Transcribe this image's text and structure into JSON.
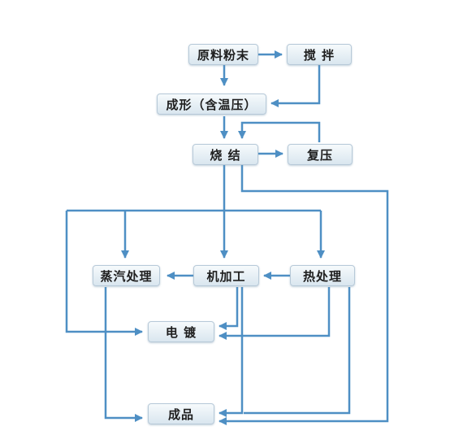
{
  "nodes": {
    "raw_powder": "原料粉末",
    "mixing": "搅 拌",
    "forming": "成形（含温压）",
    "sintering": "烧 结",
    "repressing": "复压",
    "steam_treatment": "蒸汽处理",
    "machining": "机加工",
    "heat_treatment": "热处理",
    "electroplating": "电 镀",
    "finished_product": "成品"
  },
  "colors": {
    "arrow": "#4e8fc4",
    "node_border": "#b7c9d8",
    "node_fill_top": "#f6fafc",
    "node_fill_bottom": "#d9e6ef"
  }
}
